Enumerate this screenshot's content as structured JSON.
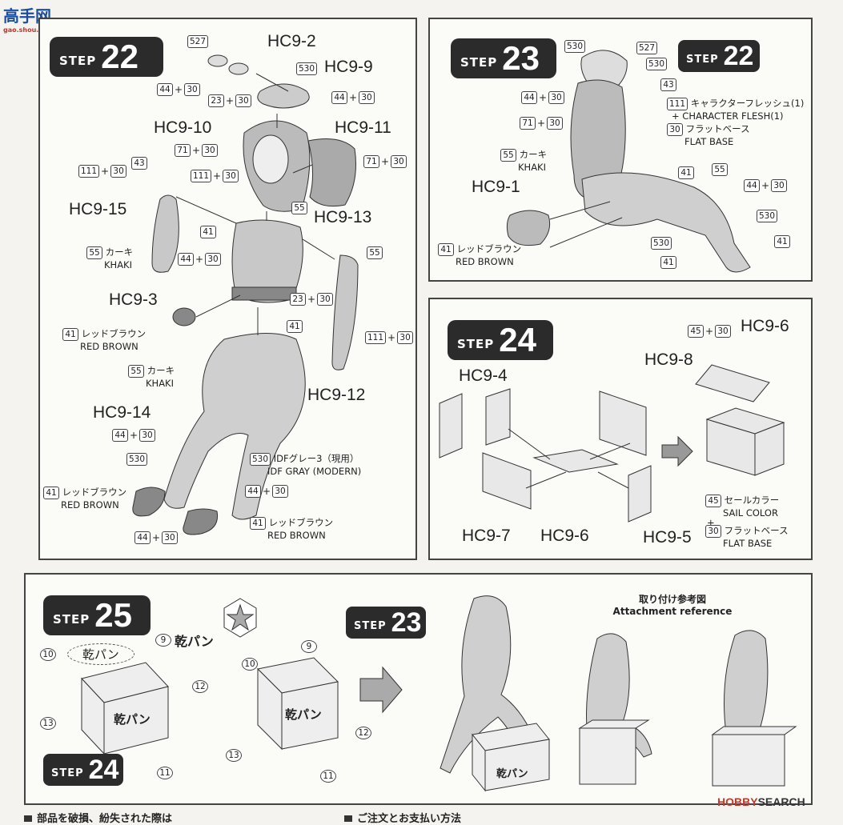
{
  "site_logo": {
    "text": "高手网",
    "url_text": "gao.shou.com"
  },
  "step_word": "STEP",
  "steps": {
    "s22": {
      "num": "22",
      "parts": [
        "HC9-2",
        "HC9-9",
        "HC9-10",
        "HC9-11",
        "HC9-15",
        "HC9-13",
        "HC9-3",
        "HC9-12",
        "HC9-14"
      ],
      "codes": {
        "c527": "527",
        "c530": "530",
        "c44_30": [
          "44",
          "30"
        ],
        "c23_30": [
          "23",
          "30"
        ],
        "c71_30": [
          "71",
          "30"
        ],
        "c111_30": [
          "111",
          "30"
        ],
        "c43": "43",
        "c55": "55",
        "c41": "41"
      },
      "khaki_jp": "カーキ",
      "khaki_en": "KHAKI",
      "redbrown_jp": "レッドブラウン",
      "redbrown_en": "RED BROWN",
      "idf_jp": "IDFグレー3（現用）",
      "idf_en": "IDF GRAY (MODERN)"
    },
    "s23": {
      "num": "23",
      "ref_num": "22",
      "part": "HC9-1",
      "char_jp": "キャラクターフレッシュ(1)",
      "char_en": "CHARACTER FLESH(1)",
      "flat_jp": "フラットベース",
      "flat_en": "FLAT BASE",
      "khaki_jp": "カーキ",
      "khaki_en": "KHAKI",
      "redbrown_jp": "レッドブラウン",
      "redbrown_en": "RED BROWN"
    },
    "s24": {
      "num": "24",
      "parts": [
        "HC9-6",
        "HC9-4",
        "HC9-8",
        "HC9-7",
        "HC9-6",
        "HC9-5"
      ],
      "sail_jp": "セールカラー",
      "sail_en": "SAIL COLOR",
      "flat_jp": "フラットベース",
      "flat_en": "FLAT BASE"
    },
    "s25": {
      "num": "25",
      "ref23": "23",
      "ref24": "24",
      "decals": [
        "9",
        "10",
        "11",
        "12",
        "13"
      ],
      "kanpan": "乾パン",
      "attach_jp": "取り付け参考図",
      "attach_en": "Attachment reference"
    }
  },
  "plus": "+",
  "watermark": {
    "brand": "HOBBY",
    "rest": "SEARCH"
  },
  "footer_jp": [
    "部品を破損、紛失された際は",
    "ご注文とお支払い方法"
  ]
}
